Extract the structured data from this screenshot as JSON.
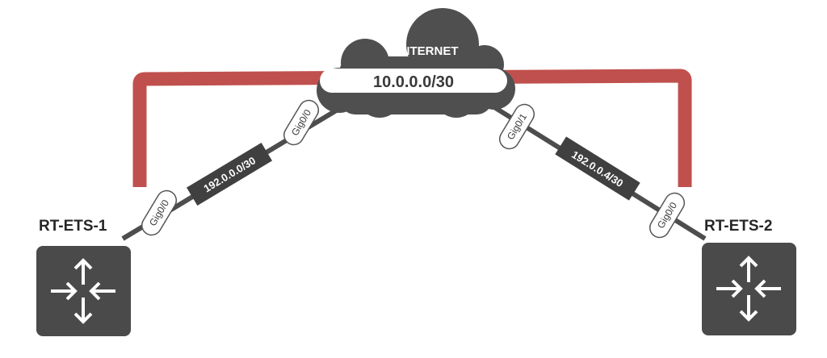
{
  "internet": {
    "label": "INTERNET",
    "tunnel_subnet": "10.0.0.0/30"
  },
  "routers": [
    {
      "name": "RT-ETS-1",
      "icon": "router-icon"
    },
    {
      "name": "RT-ETS-2",
      "icon": "router-icon"
    }
  ],
  "links": [
    {
      "subnet": "192.0.0.0/30",
      "router_port": "Gig0/0",
      "internet_port": "Gig0/0"
    },
    {
      "subnet": "192.0.0.4/30",
      "router_port": "Gig0/0",
      "internet_port": "Gig0/1"
    }
  ],
  "colors": {
    "tunnel": "#c0504d",
    "device": "#4a4a4a",
    "link": "#4d4d4d",
    "cloud": "#4f4f4f"
  }
}
